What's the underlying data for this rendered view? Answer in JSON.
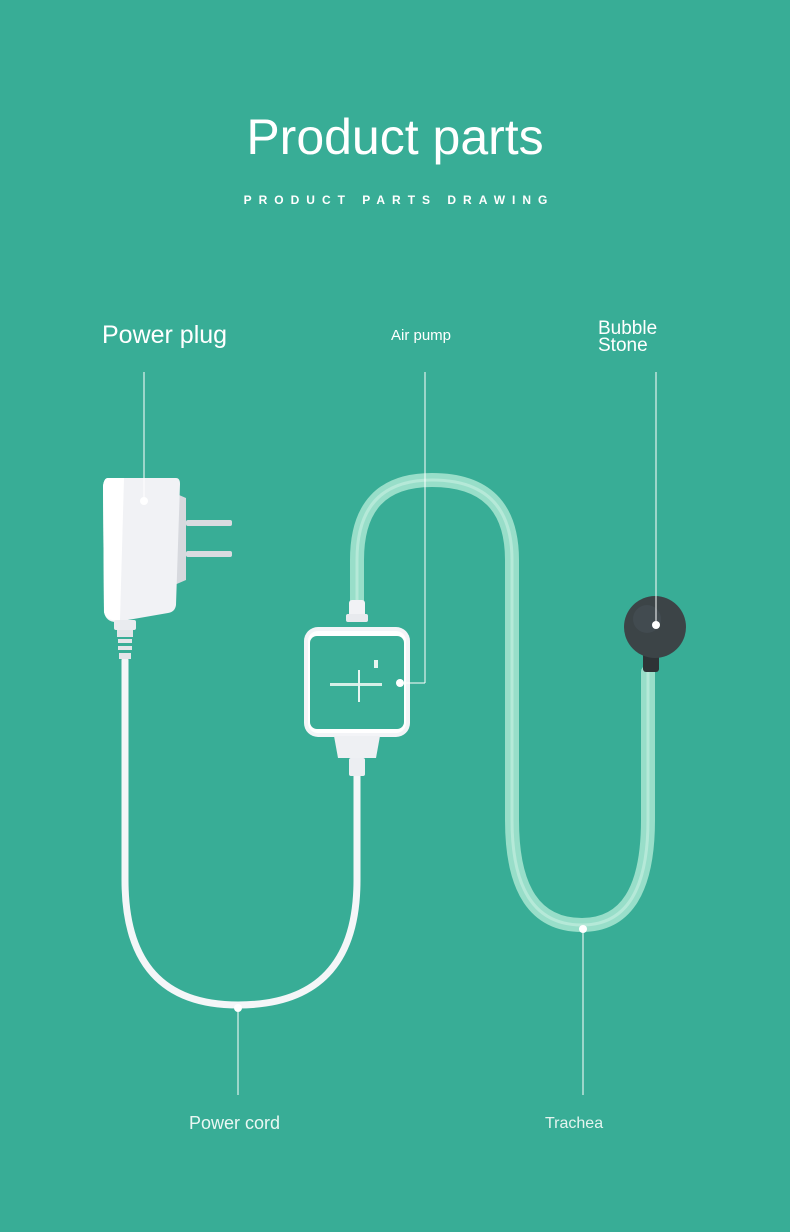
{
  "header": {
    "title": "Product parts",
    "subtitle": "PRODUCT PARTS DRAWING"
  },
  "parts": {
    "power_plug": "Power plug",
    "air_pump": "Air pump",
    "bubble_stone": "Bubble Stone",
    "power_cord": "Power cord",
    "trachea": "Trachea"
  },
  "colors": {
    "background": "#38ad96",
    "tube": "#8fdcc4",
    "pump_face": "#3aae97",
    "device_white": "#f1f2f5",
    "stone": "#3c4447"
  }
}
